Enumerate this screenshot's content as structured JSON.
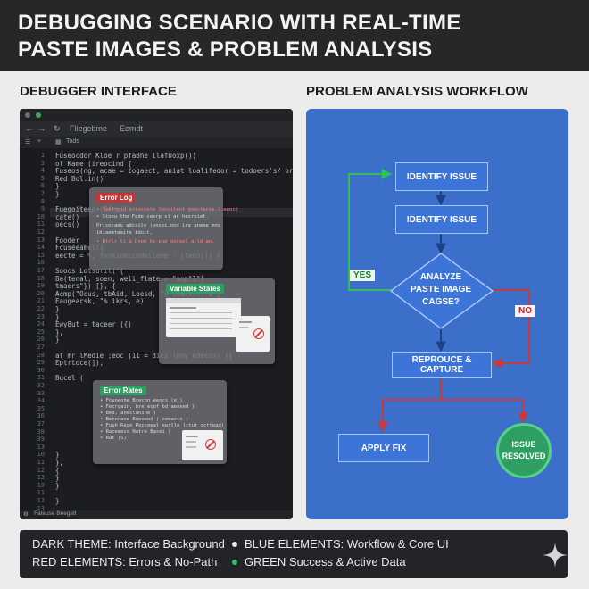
{
  "header": {
    "title_line1": "DEBUGGING SCENARIO WITH REAL-TIME",
    "title_line2": "PASTE IMAGES & PROBLEM ANALYSIS"
  },
  "left_title": "DEBUGGER INTERFACE",
  "right_title": "PROBLEM ANALYSIS WORKFLOW",
  "debugger": {
    "tab_label": "Fliegebme",
    "tab_label2": "Eomdt",
    "toolbar_label": "Tods",
    "status_text": "Fateuse Beegelt",
    "line_numbers": [
      "1",
      "3",
      "4",
      "5",
      "6",
      "7",
      "8",
      "9",
      "10",
      "11",
      "12",
      "13",
      "14",
      "15",
      "16",
      "17",
      "18",
      "19",
      "20",
      "21",
      "22",
      "23",
      "24",
      "25",
      "26",
      "27",
      "28",
      "29",
      "30",
      "31",
      "32",
      "33",
      "34",
      "35",
      "36",
      "37",
      "38",
      "39",
      "13",
      "10",
      "11",
      "12",
      "13",
      "10",
      "11",
      "12",
      "13"
    ],
    "code_lines": [
      "Fuseocdor Kloe r  pfaBhe  ilafDoxp())",
      "   of  Kame (ireocind {",
      "   Fuseos(ng, acae = togaect, aniat loalifedor = todoers's/ or Sonde), {",
      "   Red  Bol.in()",
      "   }",
      "}",
      "",
      "Fuegoiteed (Bfrolle",
      "   cate()",
      "   oecs()",
      "",
      "   Fooder",
      "      Fcuseeamel({",
      "         eecte = %, fonkineccodelleve - (teco()) {",
      "",
      "            Soocs Lotsurit(\"{",
      "               Ba(tenal, soen, weli_flate = \"aop\"1\"}",
      "               tmaers\"}) [}, {",
      "               Acmp(\"Ocus, tbAid, Loesd, \"c  ikalirt, 0\"}",
      "               Eaugearsk, \"% ikrs, e)",
      "            }",
      "         }",
      "         Ewy8ut = taceer ({)",
      "      },",
      "   }",
      "",
      "   af  mr  lMedie  ;eoc (11  =  dics  (poy  edecos)  ({",
      "   Eptrtoce(]),",
      "",
      "      Bucel (",
      "",
      "",
      "",
      "",
      "",
      "",
      "",
      "",
      "",
      "         }",
      "      },",
      "      {",
      "   }",
      "   }",
      "",
      "}"
    ],
    "popups": {
      "error_log": {
        "title": "Error Log",
        "lines": [
          "• Toefroid stiesiete loositent  gsectenie.l.eeoct",
          "• Stonu the Fade saerp si ar hesroiet.",
          "Prisocaeu  adcsile  (ensvi.ond  ire  aneoe  mns",
          "   ihiaemteaire idoit,",
          "• Rtrlr ti a Dnom he ebe onrsel  a.ld an."
        ]
      },
      "variable_states": {
        "title": "Variable States"
      },
      "error_rates": {
        "title": "Error Rates",
        "lines": [
          "• Fcuoeohe  Brecon  eeocs  (e )",
          "• Fecrgain, bre  ecof  bd  aeoeed )",
          "• Bed,  aneclanine )",
          "• Betenace  Eneoeod  ( eemarce )",
          "• Fuuh  Rese   Pecceeal  ewrlle  (ctur  octtead)",
          "• Raceeecs  Natre  Basei )",
          "• Rat  (5)"
        ]
      }
    }
  },
  "workflow": {
    "nodes": {
      "identify1": "IDENTIFY ISSUE",
      "identify2": "IDENTIFY ISSUE",
      "decision_line1": "ANALYZE",
      "decision_line2": "PASTE IMAGE",
      "decision_line3": "CAGSE?",
      "reproduce": "REPROUCE & CAPTURE",
      "apply_fix": "APPLY FIX",
      "resolved_line1": "ISSUE",
      "resolved_line2": "RESOLVED"
    },
    "labels": {
      "yes": "YES",
      "no": "NO"
    },
    "colors": {
      "panel": "#3b6fc9",
      "node": "#3c74d8",
      "yes": "#2fbf5b",
      "no": "#c93a3a",
      "flow": "#1f3f86"
    }
  },
  "legend": {
    "item1": "DARK THEME: Interface Background",
    "item2": "BLUE ELEMENTS: Workflow & Core UI",
    "item3": "RED ELEMENTS: Errors & No-Path",
    "item4": "GREEN Success & Active Data"
  }
}
